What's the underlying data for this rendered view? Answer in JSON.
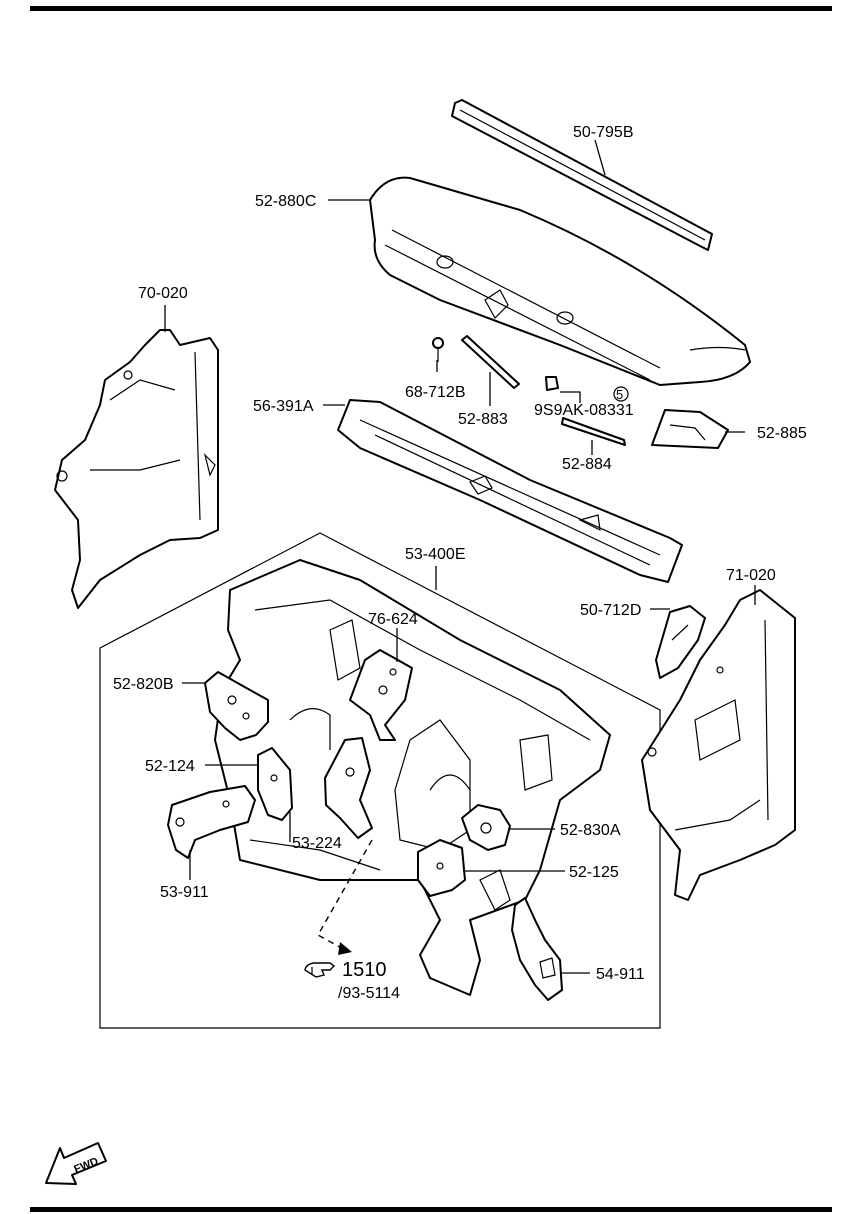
{
  "labels": {
    "p50_795b": "50-795B",
    "p52_880c": "52-880C",
    "p70_020": "70-020",
    "p68_712b": "68-712B",
    "p56_391a": "56-391A",
    "p52_883": "52-883",
    "p9s9ak": "9S9AK-08331",
    "p9s9ak_qty": "5",
    "p52_885": "52-885",
    "p52_884": "52-884",
    "p53_400e": "53-400E",
    "p71_020": "71-020",
    "p50_712d": "50-712D",
    "p76_624": "76-624",
    "p52_820b": "52-820B",
    "p52_124": "52-124",
    "p52_830a": "52-830A",
    "p53_224": "53-224",
    "p52_125": "52-125",
    "p53_911": "53-911",
    "p54_911": "54-911",
    "ref_page": "1510",
    "ref_sub": "/93-5114",
    "fwd": "FWD"
  },
  "icons": {
    "reference": "pointing-hand-icon",
    "forward": "forward-arrow-icon"
  }
}
